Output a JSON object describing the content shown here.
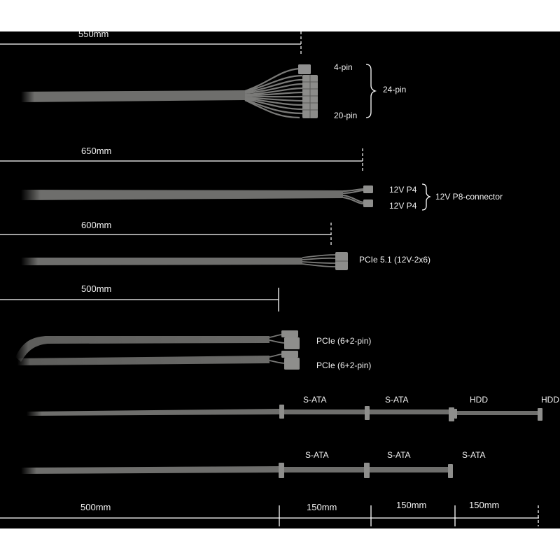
{
  "colors": {
    "background": "#000000",
    "cable": "#6e6e6c",
    "cable_dark": "#555553",
    "connector": "#8a8a88",
    "dimension_line": "#ffffff",
    "text": "#f0f0f0"
  },
  "cables": {
    "atx": {
      "length": "550mm",
      "connector_top": "4-pin",
      "connector_bottom": "20-pin",
      "connector_total": "24-pin"
    },
    "cpu": {
      "length": "650mm",
      "plug_a": "12V P4",
      "plug_b": "12V P4",
      "group": "12V P8-connector"
    },
    "pcie51": {
      "length": "600mm",
      "connector": "PCIe 5.1 (12V-2x6)"
    },
    "pcie": {
      "length": "500mm",
      "connector_a": "PCIe (6+2-pin)",
      "connector_b": "PCIe (6+2-pin)"
    },
    "sata_hdd": {
      "labels": [
        "S-ATA",
        "S-ATA",
        "HDD",
        "HDD"
      ]
    },
    "sata": {
      "labels": [
        "S-ATA",
        "S-ATA",
        "S-ATA"
      ]
    }
  },
  "bottom_dimensions": [
    "500mm",
    "150mm",
    "150mm",
    "150mm"
  ]
}
